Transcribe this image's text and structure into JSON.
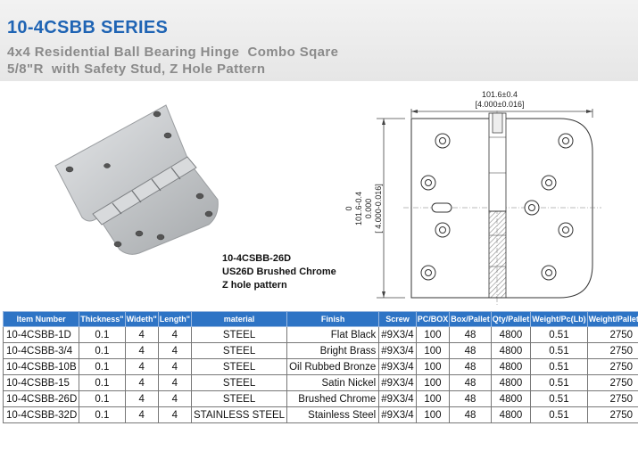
{
  "header": {
    "title": "10-4CSBB SERIES",
    "subtitle_line1": "4x4 Residential Ball Bearing Hinge  Combo Sqare",
    "subtitle_line2": "5/8\"R  with Safety Stud, Z Hole Pattern"
  },
  "caption": {
    "model": "10-4CSBB-26D",
    "finish": "US26D Brushed Chrome",
    "pattern": "Z hole pattern"
  },
  "drawing": {
    "width_dim": "101.6±0.4",
    "width_dim_in": "[4.000±0.016]",
    "height_dim_zero": "0",
    "height_dim": "101.6-0.4",
    "height_dim_in_zero": "0.000",
    "height_dim_in": "[ 4.000-0.016]"
  },
  "table": {
    "headers": [
      "Item Number",
      "Thickness\"",
      "Wideth\"",
      "Length\"",
      "material",
      "Finish",
      "Screw",
      "PC/BOX",
      "Box/Pallet",
      "Qty/Pallet",
      "Weight/Pc(Lb)",
      "Weight/Pallet(Lb)"
    ],
    "rows": [
      [
        "10-4CSBB-1D",
        "0.1",
        "4",
        "4",
        "STEEL",
        "Flat Black",
        "#9X3/4",
        "100",
        "48",
        "4800",
        "0.51",
        "2750"
      ],
      [
        "10-4CSBB-3/4",
        "0.1",
        "4",
        "4",
        "STEEL",
        "Bright Brass",
        "#9X3/4",
        "100",
        "48",
        "4800",
        "0.51",
        "2750"
      ],
      [
        "10-4CSBB-10B",
        "0.1",
        "4",
        "4",
        "STEEL",
        "Oil Rubbed Bronze",
        "#9X3/4",
        "100",
        "48",
        "4800",
        "0.51",
        "2750"
      ],
      [
        "10-4CSBB-15",
        "0.1",
        "4",
        "4",
        "STEEL",
        "Satin Nickel",
        "#9X3/4",
        "100",
        "48",
        "4800",
        "0.51",
        "2750"
      ],
      [
        "10-4CSBB-26D",
        "0.1",
        "4",
        "4",
        "STEEL",
        "Brushed Chrome",
        "#9X3/4",
        "100",
        "48",
        "4800",
        "0.51",
        "2750"
      ],
      [
        "10-4CSBB-32D",
        "0.1",
        "4",
        "4",
        "STAINLESS STEEL",
        "Stainless Steel",
        "#9X3/4",
        "100",
        "48",
        "4800",
        "0.51",
        "2750"
      ]
    ]
  },
  "colors": {
    "title_blue": "#1f64b4",
    "subtitle_gray": "#8a8a8a",
    "table_header_blue": "#2e74c5"
  }
}
